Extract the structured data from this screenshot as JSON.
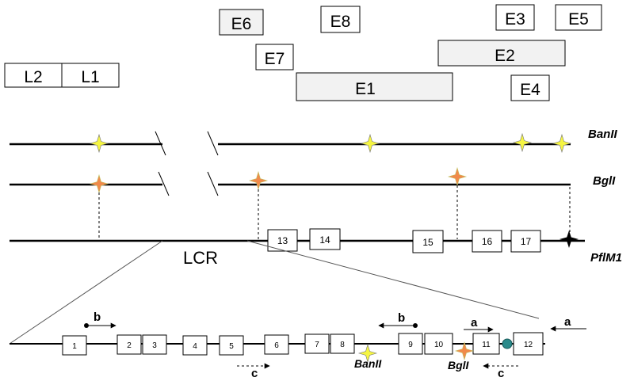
{
  "orfs": {
    "E6": "E6",
    "E8": "E8",
    "E3": "E3",
    "E5": "E5",
    "E7": "E7",
    "E2": "E2",
    "E1": "E1",
    "E4": "E4",
    "L2": "L2",
    "L1": "L1"
  },
  "enzymes": {
    "banII": "BanII",
    "bglI": "BglI",
    "pfiM1": "PflM1"
  },
  "lcr_label": "LCR",
  "fragments_main": [
    "13",
    "14",
    "15",
    "16",
    "17"
  ],
  "fragments_lcr": [
    "1",
    "2",
    "3",
    "4",
    "5",
    "6",
    "7",
    "8",
    "9",
    "10",
    "11",
    "12"
  ],
  "inset_enzymes": {
    "banII": "BanII",
    "bglI": "BglI"
  },
  "primers": {
    "a1": "a",
    "a2": "a",
    "b1": "b",
    "b2": "b",
    "c1": "c",
    "c2": "c"
  },
  "colors": {
    "banII_marker": "#f5f542",
    "bglI_marker": "#f08a4b",
    "pfiM1_marker": "#000000",
    "orf_fill": "#f2f2f2",
    "bead": "#2a8a8a"
  }
}
